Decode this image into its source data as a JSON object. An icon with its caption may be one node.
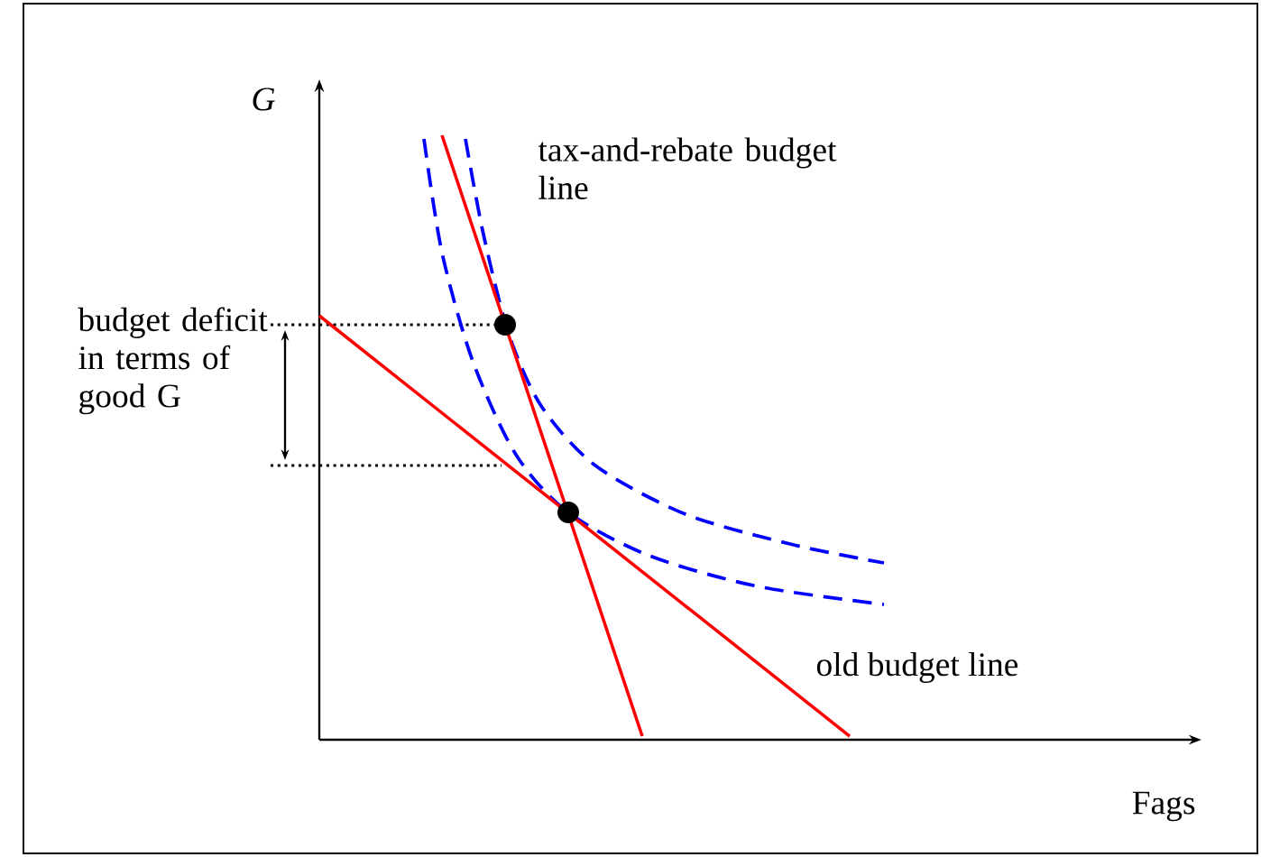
{
  "diagram": {
    "labels": [
      "G",
      "tax-and-rebate budget line",
      "budget deficit in terms of good G",
      "old budget line",
      "Fags"
    ]
  }
}
